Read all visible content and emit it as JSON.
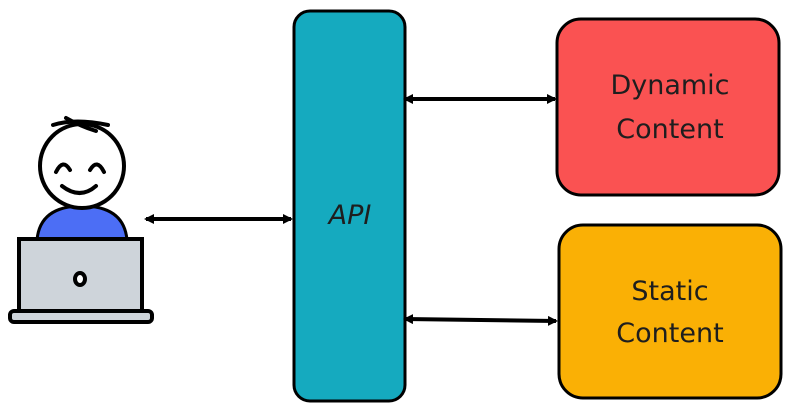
{
  "nodes": {
    "api": {
      "label": "API",
      "color": "#15aabf"
    },
    "dynamic": {
      "line1": "Dynamic",
      "line2": "Content",
      "color": "#fa5252"
    },
    "static": {
      "line1": "Static",
      "line2": "Content",
      "color": "#fab005"
    }
  },
  "user": {
    "shirt_color": "#4c6ef5",
    "laptop_color": "#ced4da"
  },
  "edges": [
    {
      "from": "user",
      "to": "api",
      "direction": "both"
    },
    {
      "from": "api",
      "to": "dynamic",
      "direction": "both"
    },
    {
      "from": "api",
      "to": "static",
      "direction": "both"
    }
  ]
}
